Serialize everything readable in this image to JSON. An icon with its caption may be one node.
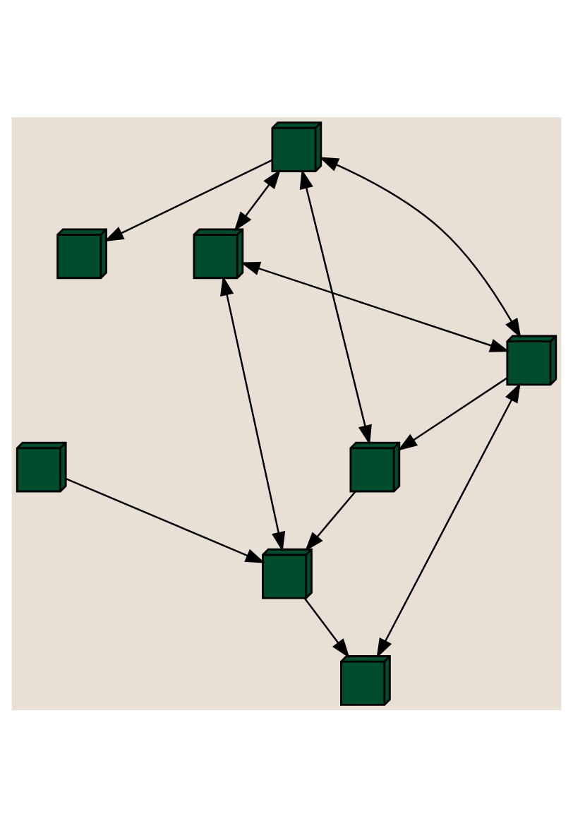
{
  "diagram": {
    "nodes": [
      {
        "text": [],
        "shape": "cube"
      },
      {
        "text": [],
        "shape": "cube"
      },
      {
        "text": [],
        "shape": "cube"
      },
      {
        "text": [],
        "shape": "cube"
      },
      {
        "text": [],
        "shape": "cube"
      },
      {
        "text": [],
        "shape": "cube"
      },
      {
        "text": [],
        "shape": "cube"
      },
      {
        "text": [],
        "shape": "cube"
      }
    ],
    "edges": [
      {
        "from": 1,
        "to": 0,
        "arrow": "to"
      },
      {
        "from": 1,
        "to": 3,
        "arrow": "both"
      },
      {
        "from": 1,
        "to": 2,
        "arrow": "both"
      },
      {
        "from": 1,
        "to": 4,
        "arrow": "both"
      },
      {
        "from": 3,
        "to": 4,
        "arrow": "both"
      },
      {
        "from": 4,
        "to": 2,
        "arrow": "to"
      },
      {
        "from": 4,
        "to": 5,
        "arrow": "both"
      },
      {
        "from": 2,
        "to": 7,
        "arrow": "to"
      },
      {
        "from": 3,
        "to": 7,
        "arrow": "both"
      },
      {
        "from": 6,
        "to": 7,
        "arrow": "to"
      },
      {
        "from": 7,
        "to": 5,
        "arrow": "to"
      }
    ]
  }
}
